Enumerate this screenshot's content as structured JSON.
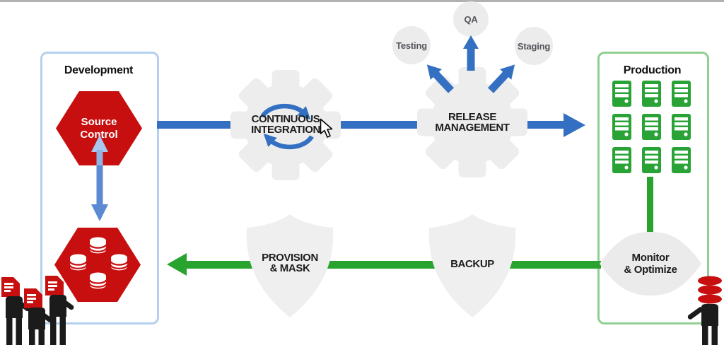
{
  "development": {
    "title": "Development"
  },
  "source_control": {
    "line1": "Source",
    "line2": "Control"
  },
  "continuous_integration": {
    "line1": "CONTINUOUS",
    "line2": "INTEGRATION"
  },
  "release_management": {
    "line1": "RELEASE",
    "line2": "MANAGEMENT"
  },
  "environments": {
    "testing": "Testing",
    "qa": "QA",
    "staging": "Staging"
  },
  "production": {
    "title": "Production"
  },
  "monitor_optimize": {
    "line1": "Monitor",
    "line2": "& Optimize"
  },
  "backup": {
    "label": "BACKUP"
  },
  "provision_mask": {
    "line1": "PROVISION",
    "line2": "& MASK"
  },
  "colors": {
    "pipeline_blue": "#3470c2",
    "pipeline_green": "#28a32e",
    "accent_red": "#c80f0f",
    "shape_gray": "#ededed",
    "dev_border_blue": "#b3d0ee",
    "prod_border_green": "#8fd092",
    "circle_text_gray": "#55565c"
  },
  "icons": {
    "gear": "gear-icon",
    "cycle": "sync-cycle-icon",
    "shield": "shield-icon",
    "lens": "monitor-lens-icon",
    "server": "server-icon",
    "database": "database-icon",
    "document": "document-icon",
    "person": "person-icon",
    "cursor": "mouse-cursor-icon"
  }
}
